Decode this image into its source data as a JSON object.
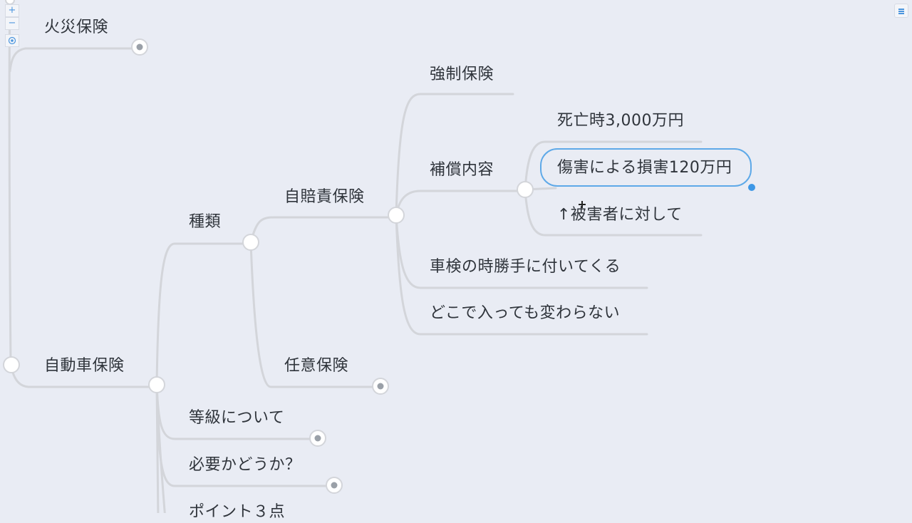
{
  "controls": {
    "zoom_in": "+",
    "zoom_out": "−",
    "center_icon": "target-icon",
    "menu_icon": "hamburger-menu-icon"
  },
  "colors": {
    "background": "#e9ecf4",
    "branch": "#d3d5da",
    "selection": "#5ea9e8"
  },
  "nodes": {
    "fire_insurance": "火災保険",
    "auto_insurance": "自動車保険",
    "types": "種類",
    "compulsory_liability": "自賠責保険",
    "compulsory_insurance": "強制保険",
    "coverage": "補償内容",
    "death": "死亡時3,000万円",
    "injury": "傷害による損害120万円",
    "victim_note": "↑被害者に対して",
    "inspection": "車検の時勝手に付いてくる",
    "anywhere": "どこで入っても変わらない",
    "voluntary": "任意保険",
    "grade": "等級について",
    "necessity": "必要かどうか？",
    "points": "ポイント３点"
  }
}
